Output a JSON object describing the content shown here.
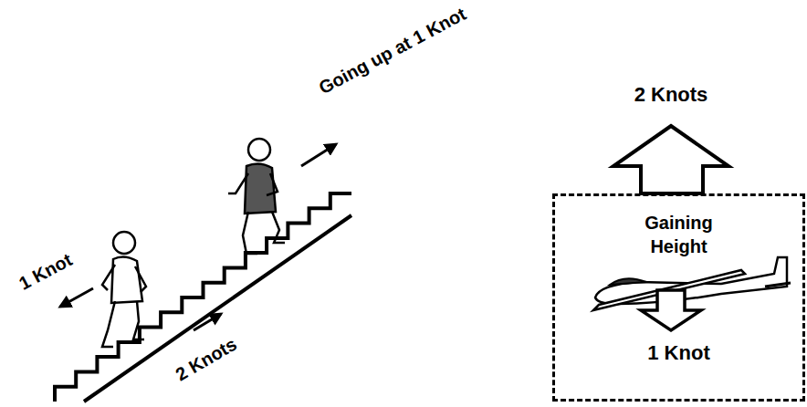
{
  "diagram": {
    "nodes": [
      {
        "text": [
          "Gaining Height",
          "1 Knot"
        ]
      }
    ],
    "labels": [
      "Going up at 1 Knot",
      "2 Knots",
      "1 Knot",
      "2 Knots"
    ]
  }
}
